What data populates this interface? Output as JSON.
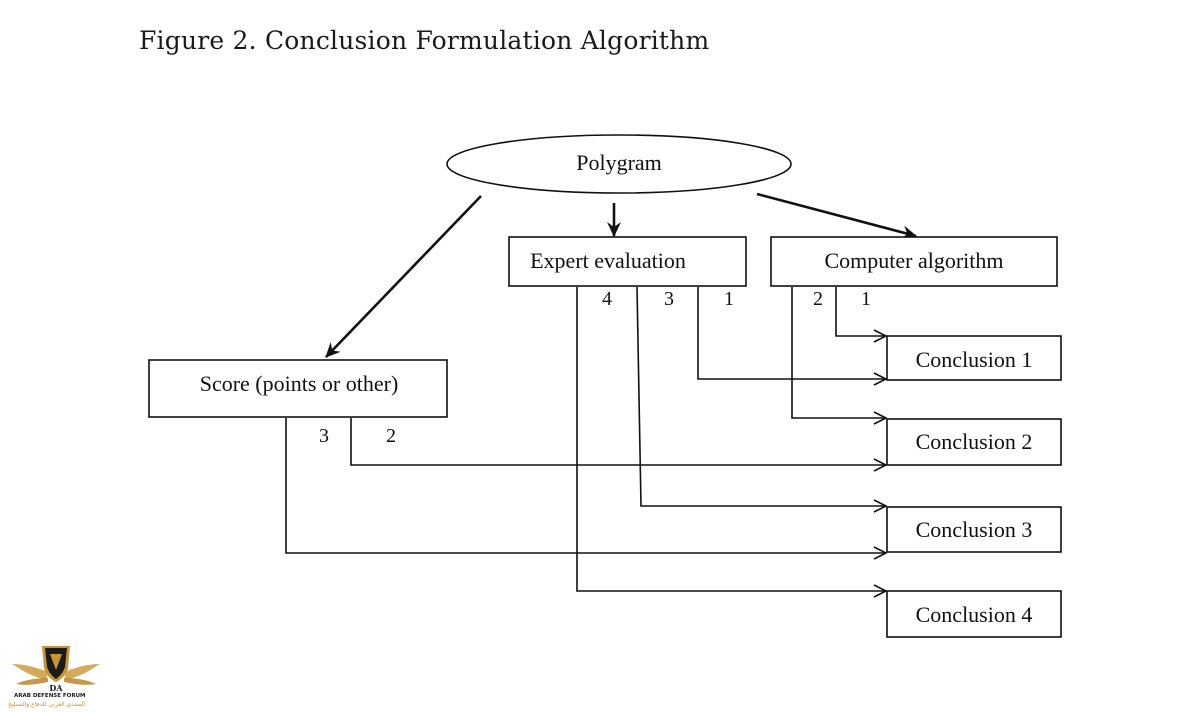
{
  "figure": {
    "title": "Figure 2. Conclusion Formulation Algorithm"
  },
  "diagram": {
    "nodes": {
      "polygram": "Polygram",
      "expert_evaluation": "Expert evaluation",
      "computer_algorithm": "Computer algorithm",
      "score": "Score (points or other)",
      "conclusion_1": "Conclusion 1",
      "conclusion_2": "Conclusion 2",
      "conclusion_3": "Conclusion 3",
      "conclusion_4": "Conclusion 4"
    },
    "branch_labels": {
      "expert": [
        "4",
        "3",
        "1"
      ],
      "computer": [
        "2",
        "1"
      ],
      "score": [
        "3",
        "2"
      ]
    },
    "edges": [
      {
        "from": "Polygram",
        "to": "Score (points or other)"
      },
      {
        "from": "Polygram",
        "to": "Expert evaluation"
      },
      {
        "from": "Polygram",
        "to": "Computer algorithm"
      },
      {
        "from": "Expert evaluation",
        "label": "1",
        "to": "Conclusion 1"
      },
      {
        "from": "Expert evaluation",
        "label": "3",
        "to": "Conclusion 3"
      },
      {
        "from": "Expert evaluation",
        "label": "4",
        "to": "Conclusion 4"
      },
      {
        "from": "Computer algorithm",
        "label": "1",
        "to": "Conclusion 1"
      },
      {
        "from": "Computer algorithm",
        "label": "2",
        "to": "Conclusion 2"
      },
      {
        "from": "Score (points or other)",
        "label": "2",
        "to": "Conclusion 2"
      },
      {
        "from": "Score (points or other)",
        "label": "3",
        "to": "Conclusion 3"
      }
    ]
  },
  "watermark": {
    "logo_text": "DA",
    "name_en": "ARAB DEFENSE FORUM",
    "name_ar": "المنتدى العربي للدفاع والتسليح"
  }
}
